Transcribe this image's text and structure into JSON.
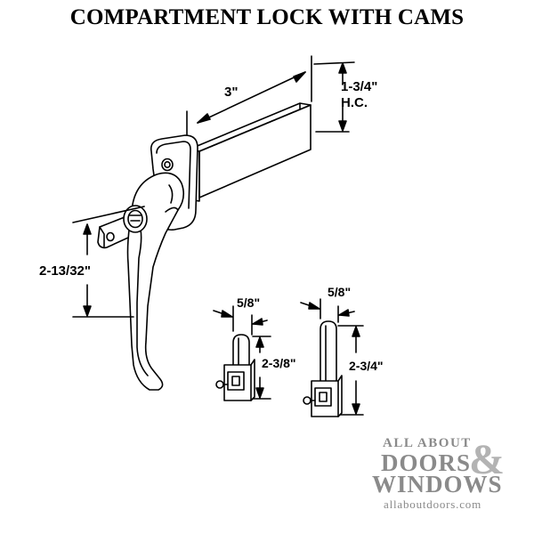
{
  "title": "COMPARTMENT LOCK WITH CAMS",
  "dimensions": {
    "shaft_length": "3\"",
    "hole_center": "1-3/4\"",
    "hole_center_abbr": "H.C.",
    "handle_height": "2-13/32\"",
    "cam1_width": "5/8\"",
    "cam1_height": "2-3/8\"",
    "cam2_width": "5/8\"",
    "cam2_height": "2-3/4\""
  },
  "watermark": {
    "line1": "ALL ABOUT",
    "line2": "DOORS",
    "ampersand": "&",
    "line3": "WINDOWS",
    "url": "allaboutdoors.com"
  },
  "colors": {
    "line": "#000000",
    "watermark_gray": "#8a8a8a",
    "watermark_light": "#b3b3b3"
  }
}
